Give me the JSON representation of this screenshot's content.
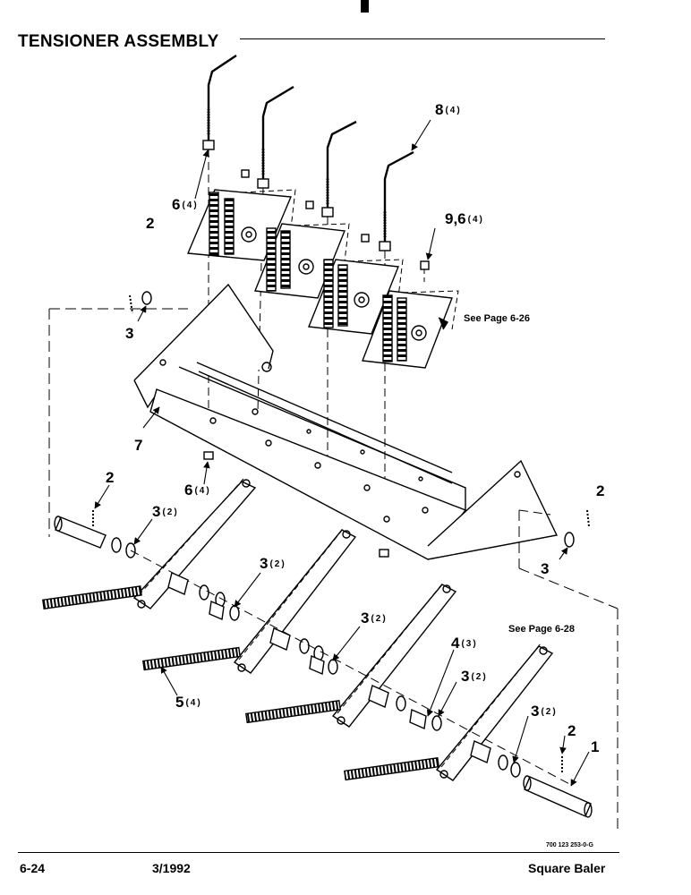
{
  "header": {
    "title": "TENSIONER ASSEMBLY"
  },
  "callouts": {
    "c8": {
      "num": "8",
      "qty": "(4)"
    },
    "c6_top": {
      "num": "6",
      "qty": "(4)"
    },
    "c2_left": {
      "num": "2"
    },
    "c96": {
      "num": "9,6",
      "qty": "(4)"
    },
    "c3_left": {
      "num": "3"
    },
    "c7": {
      "num": "7"
    },
    "c6_bottom": {
      "num": "6",
      "qty": "(4)"
    },
    "c2_mid": {
      "num": "2"
    },
    "c3_a": {
      "num": "3",
      "qty": "(2)"
    },
    "c2_right": {
      "num": "2"
    },
    "c3_right": {
      "num": "3"
    },
    "c3_b": {
      "num": "3",
      "qty": "(2)"
    },
    "c3_c": {
      "num": "3",
      "qty": "(2)"
    },
    "c4": {
      "num": "4",
      "qty": "(3)"
    },
    "c3_d": {
      "num": "3",
      "qty": "(2)"
    },
    "c3_e": {
      "num": "3",
      "qty": "(2)"
    },
    "c5": {
      "num": "5",
      "qty": "(4)"
    },
    "c2_bottom": {
      "num": "2"
    },
    "c1": {
      "num": "1"
    }
  },
  "references": {
    "upper": "See Page 6-26",
    "lower": "See Page 6-28"
  },
  "doc_number": "700 123 253-0-G",
  "footer": {
    "page": "6-24",
    "date": "3/1992",
    "product": "Square Baler"
  }
}
